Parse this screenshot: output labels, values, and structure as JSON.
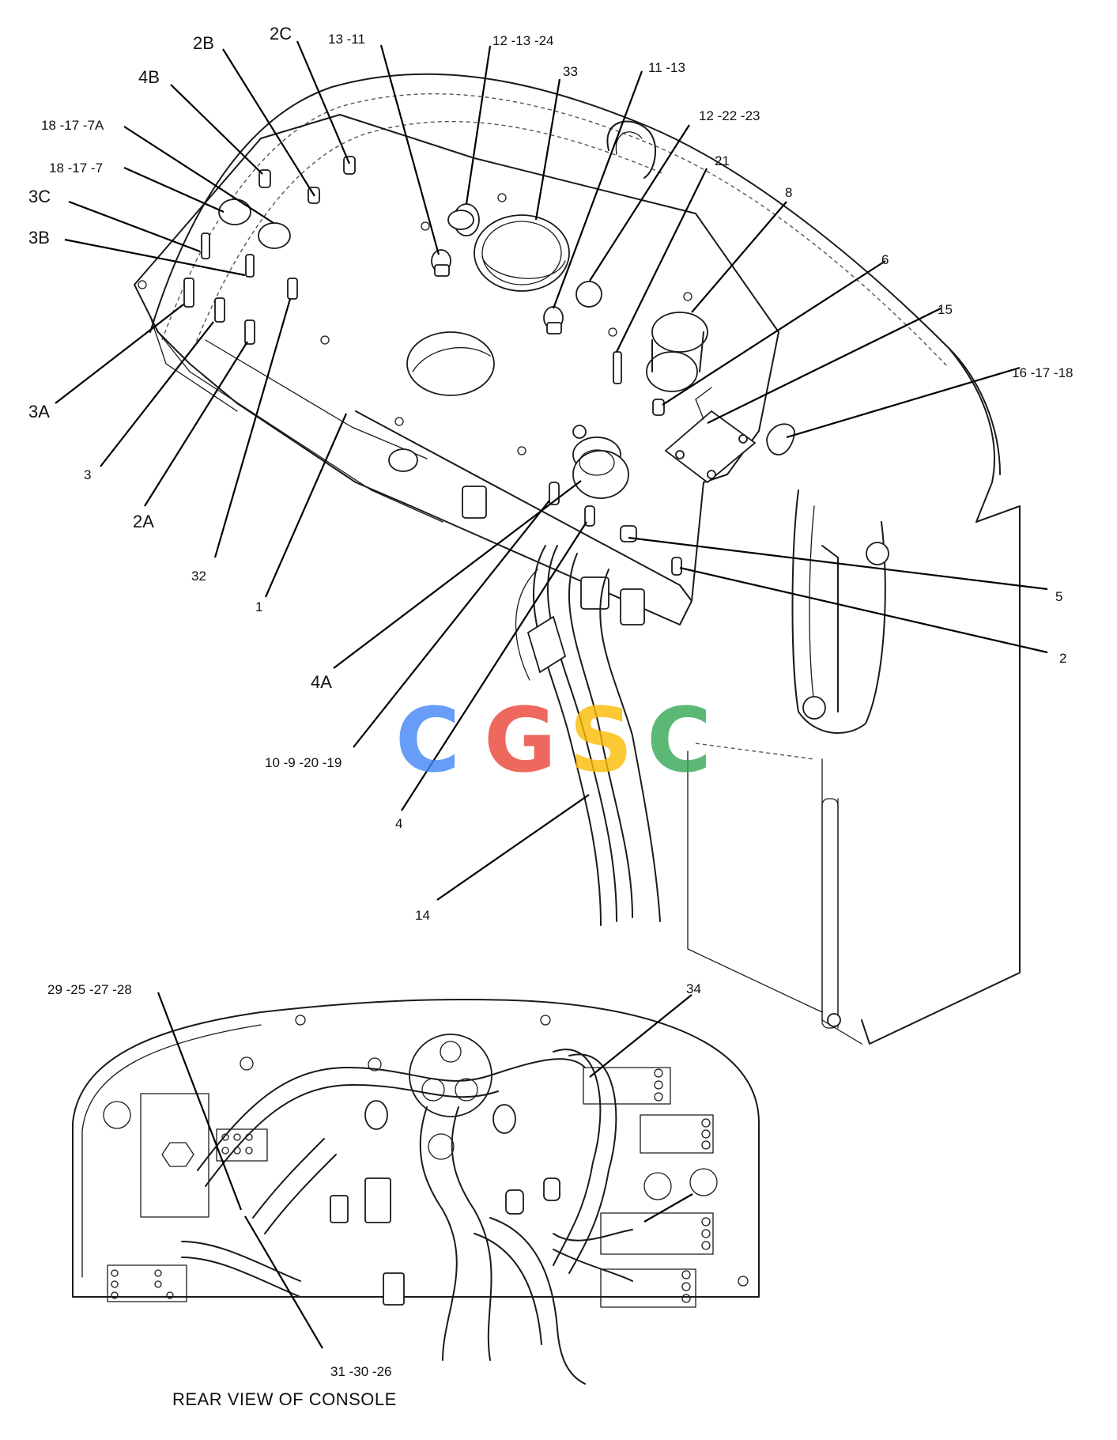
{
  "callouts": {
    "c2B": "2B",
    "c2C": "2C",
    "c13_11": "13 -11",
    "c12_13_24": "12 -13 -24",
    "c33": "33",
    "c11_13": "11 -13",
    "c12_22_23": "12 -22 -23",
    "c4B": "4B",
    "c18_17_7A": "18 -17 -7A",
    "c18_17_7": "18 -17 -7",
    "c3C": "3C",
    "c3B": "3B",
    "c21": "21",
    "c8": "8",
    "c6": "6",
    "c15": "15",
    "c16_17_18": "16 -17 -18",
    "c3A": "3A",
    "c3": "3",
    "c2A": "2A",
    "c32": "32",
    "c1": "1",
    "c5": "5",
    "c2": "2",
    "c4A": "4A",
    "c10_9_20_19": "10 -9 -20 -19",
    "c4": "4",
    "c14": "14",
    "c29_25_27_28": "29 -25 -27 -28",
    "c34": "34",
    "c31_30_26": "31 -30 -26"
  },
  "caption": "REAR VIEW OF CONSOLE",
  "watermark": {
    "letters": [
      "C",
      "G",
      "S",
      "C"
    ],
    "colors": [
      "#4285F4",
      "#EA4335",
      "#FBBC05",
      "#34A853"
    ]
  }
}
